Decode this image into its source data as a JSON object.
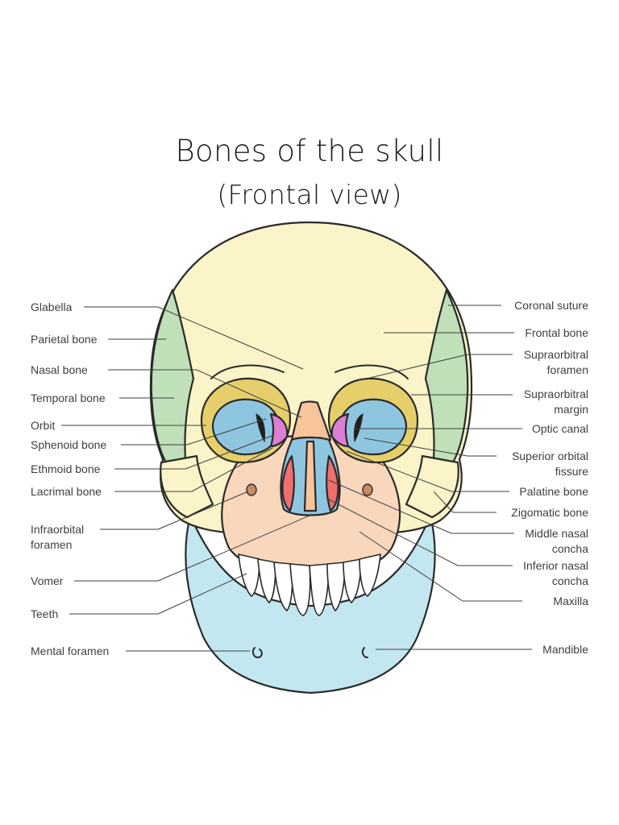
{
  "title": {
    "line1": "Bones of the skull",
    "line2": "(Frontal view)"
  },
  "colors": {
    "cranium": "#fbf4c8",
    "temporal": "#bfe0b8",
    "orbit_rim": "#e6cf6a",
    "orbit_inner": "#8fc6df",
    "ethmoid": "#dc7fd2",
    "nasal": "#f7c49b",
    "maxilla": "#f9d7bd",
    "nasal_cavity": "#8fc6df",
    "concha": "#ef6f6f",
    "mandible": "#c3e7f0",
    "teeth": "#ffffff",
    "outline": "#2a2a2a"
  },
  "labels_left": [
    "Glabella",
    "Parietal bone",
    "Nasal bone",
    "Temporal bone",
    "Orbit",
    "Sphenoid bone",
    "Ethmoid bone",
    "Lacrimal bone",
    "Infraorbital\nforamen",
    "Vomer",
    "Teeth",
    "Mental foramen"
  ],
  "labels_right": [
    "Coronal suture",
    "Frontal bone",
    "Supraorbitral\nforamen",
    "Supraorbitral\nmargin",
    "Optic canal",
    "Superior orbital\nfissure",
    "Palatine bone",
    "Zigomatic bone",
    "Middle nasal\nconcha",
    "Inferior nasal\nconcha",
    "Maxilla",
    "Mandible"
  ]
}
